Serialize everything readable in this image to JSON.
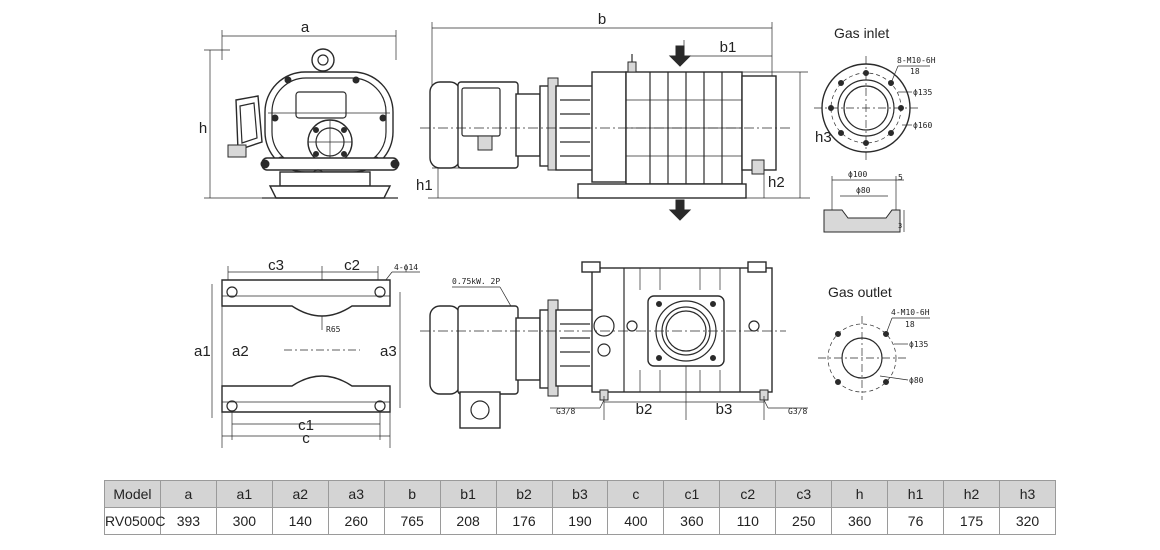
{
  "labels": {
    "gas_inlet": "Gas inlet",
    "gas_outlet": "Gas outlet",
    "motor_note": "0.75kW. 2P",
    "port_g38_left": "G3/8",
    "port_g38_right": "G3/8",
    "inlet_bolts_1": "8-M10-6H",
    "inlet_bolts_2": "18",
    "inlet_d135": "ϕ135",
    "inlet_d160": "ϕ160",
    "sect_d100": "ϕ100",
    "sect_d80": "ϕ80",
    "sect_5": "5",
    "sect_3": "3",
    "outlet_bolts_1": "4-M10-6H",
    "outlet_bolts_2": "18",
    "outlet_d135": "ϕ135",
    "outlet_d80": "ϕ80",
    "base_holes": "4-ϕ14",
    "radius": "R65"
  },
  "dims": {
    "a": "a",
    "h": "h",
    "b": "b",
    "b1": "b1",
    "h1": "h1",
    "h2": "h2",
    "h3": "h3",
    "c3": "c3",
    "c2": "c2",
    "a1": "a1",
    "a2": "a2",
    "a3": "a3",
    "c1": "c1",
    "c": "c",
    "b2": "b2",
    "b3": "b3"
  },
  "table": {
    "headers": [
      "Model",
      "a",
      "a1",
      "a2",
      "a3",
      "b",
      "b1",
      "b2",
      "b3",
      "c",
      "c1",
      "c2",
      "c3",
      "h",
      "h1",
      "h2",
      "h3"
    ],
    "rows": [
      [
        "RV0500C",
        "393",
        "300",
        "140",
        "260",
        "765",
        "208",
        "176",
        "190",
        "400",
        "360",
        "110",
        "250",
        "360",
        "76",
        "175",
        "320"
      ]
    ]
  }
}
